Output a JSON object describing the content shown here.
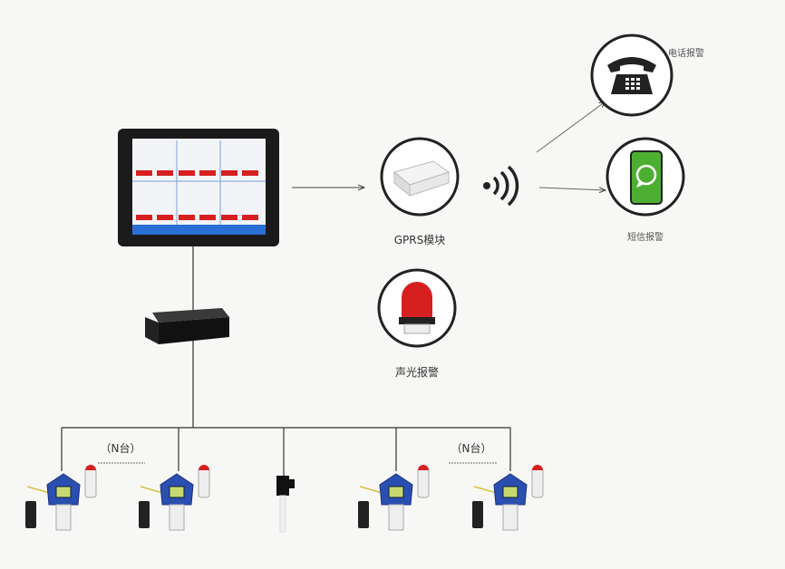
{
  "labels": {
    "gprs": "GPRS模块",
    "phone_alarm": "电话报警",
    "sms_alarm": "短信报警",
    "sound_light_alarm": "声光报警",
    "n_units_left": "（N台）",
    "n_units_right": "（N台）"
  },
  "colors": {
    "line": "#333333",
    "screen_blue": "#2a6fd6",
    "alarm_red": "#d62020",
    "sms_green": "#4caf32",
    "detector_blue": "#2a4fb0"
  },
  "icons": [
    "monitor-icon",
    "gprs-module-icon",
    "wireless-signal-icon",
    "telephone-icon",
    "sms-phone-icon",
    "alarm-lamp-icon",
    "data-recorder-icon",
    "gas-detector-icon",
    "pressure-transmitter-icon"
  ]
}
